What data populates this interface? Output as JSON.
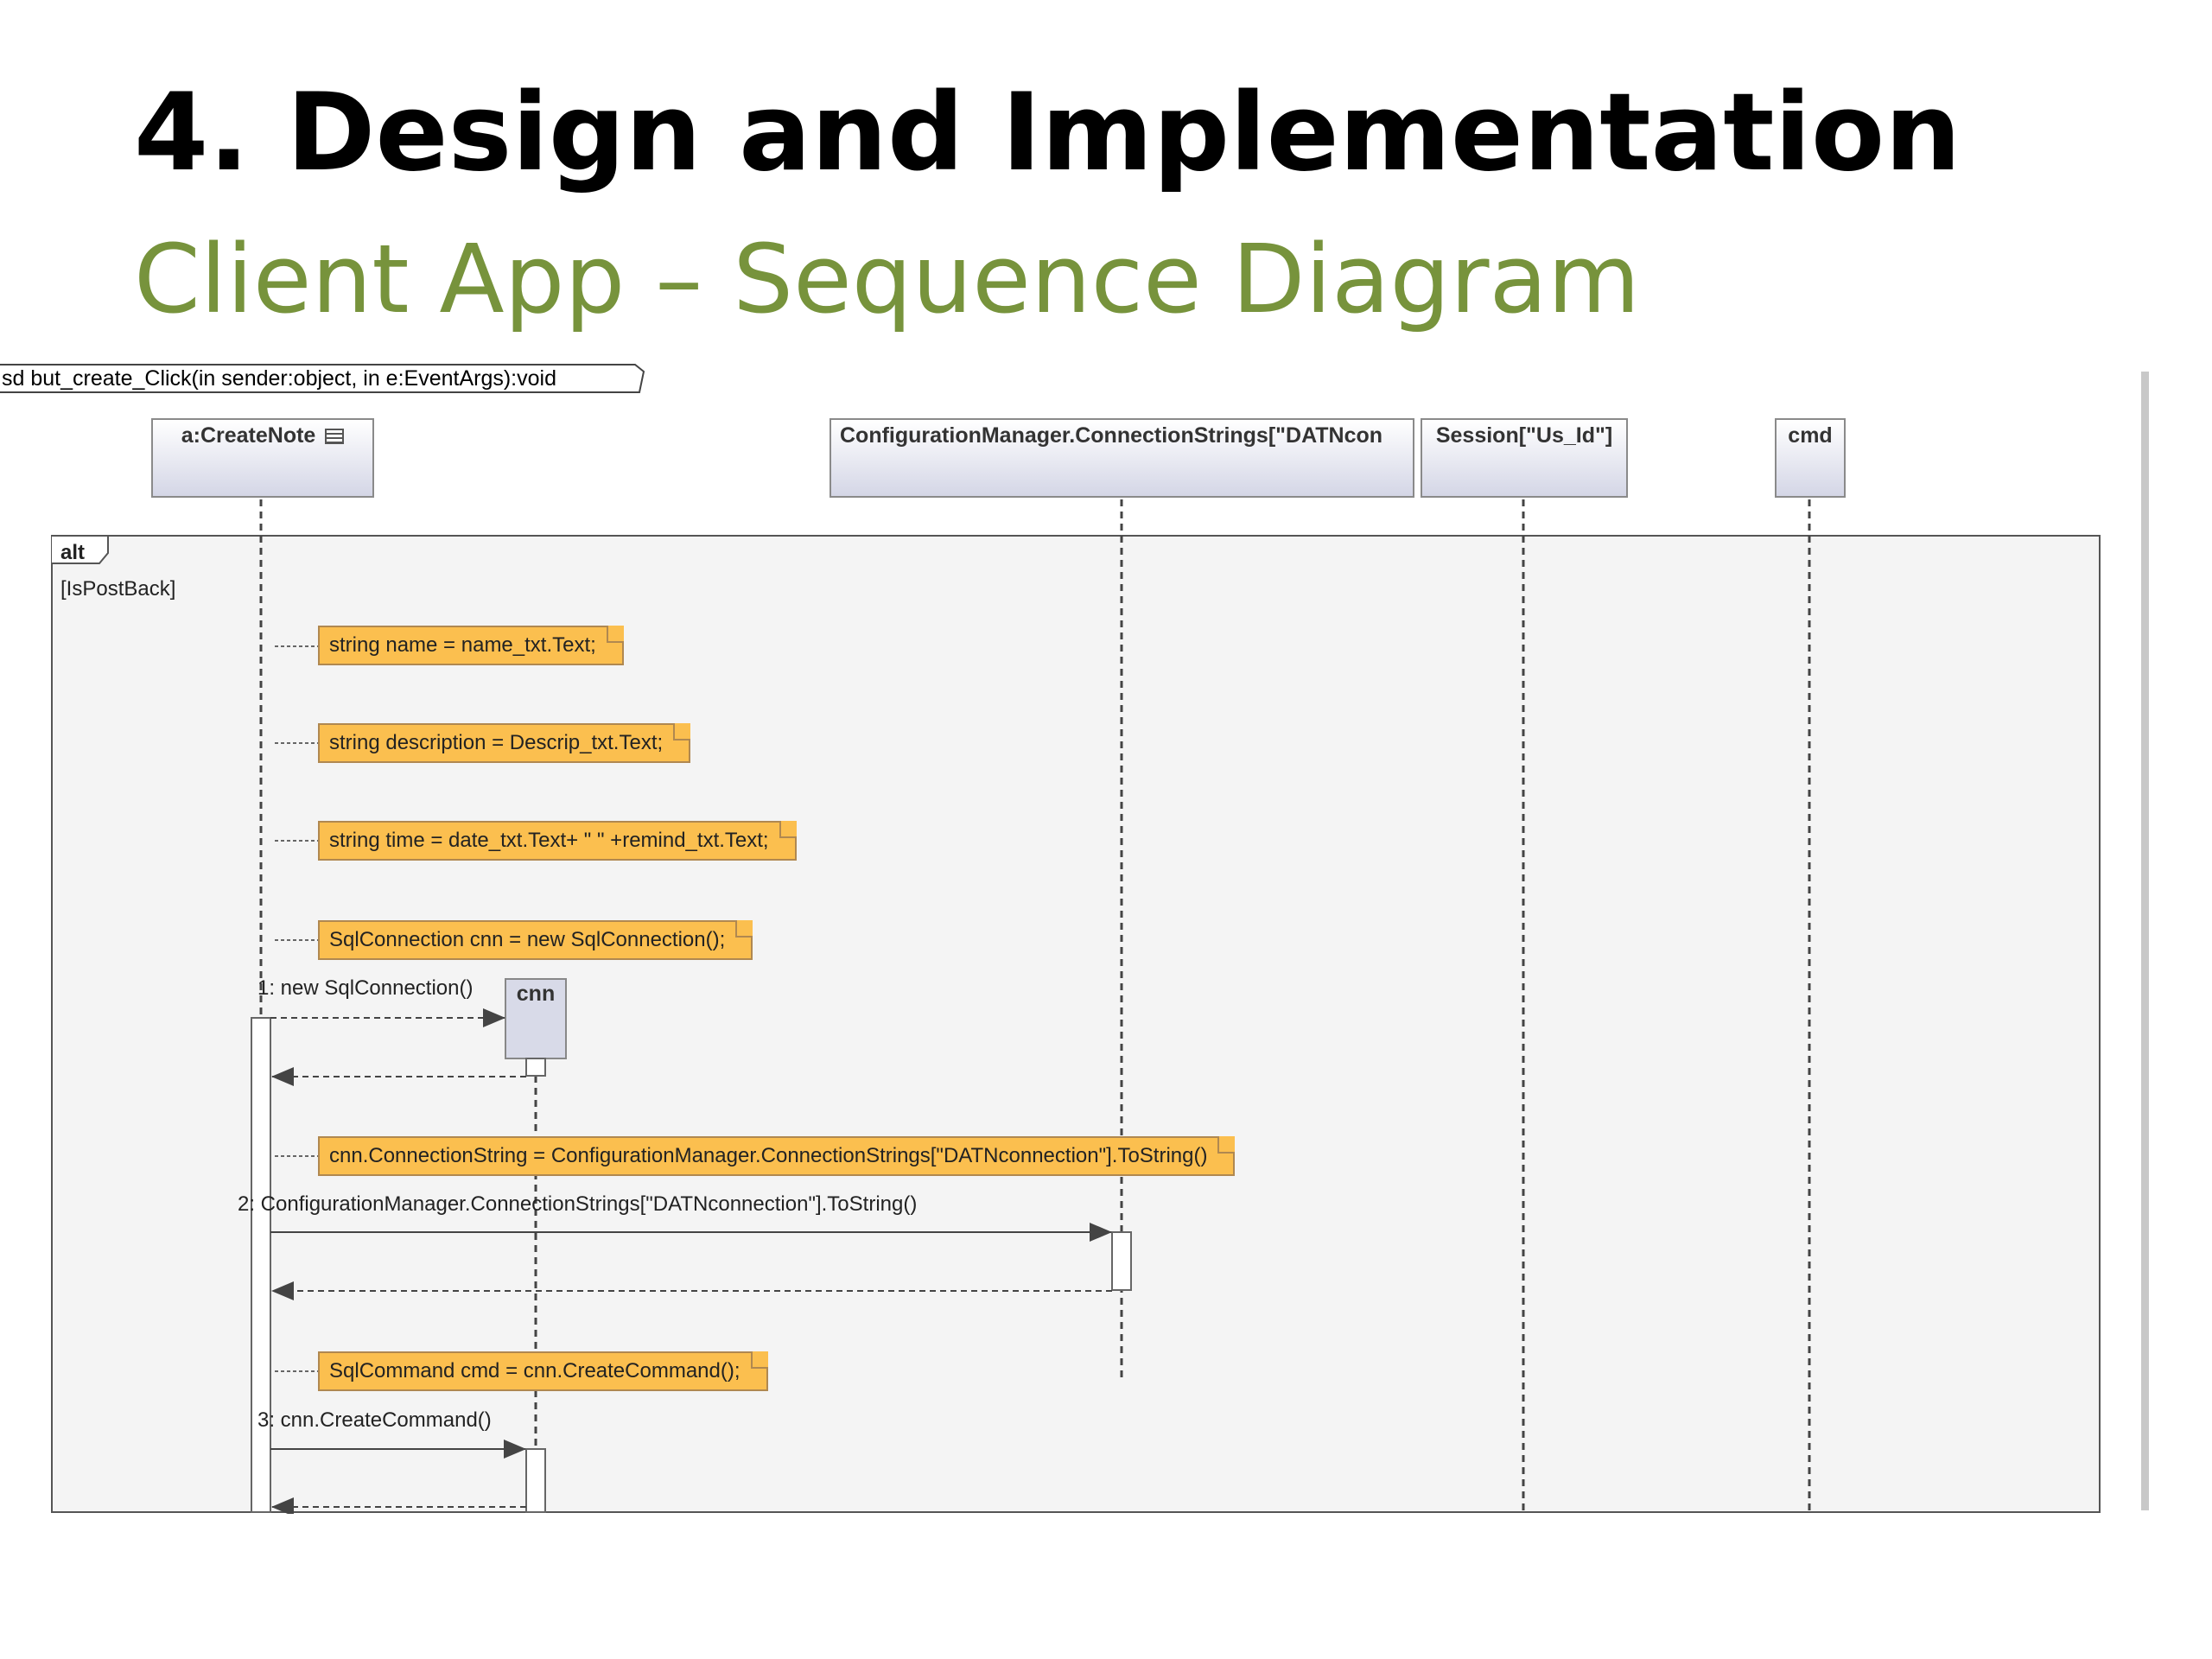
{
  "slide": {
    "title": "4. Design and Implementation",
    "subtitle": "Client App – Sequence Diagram"
  },
  "diagram": {
    "frame_label": "sd but_create_Click(in sender:object, in e:EventArgs):void",
    "lifelines": [
      {
        "label": "a:CreateNote"
      },
      {
        "label": "ConfigurationManager.ConnectionStrings[\"DATNcon"
      },
      {
        "label": "Session[\"Us_Id\"]"
      },
      {
        "label": "cmd"
      },
      {
        "label": "cnn"
      }
    ],
    "fragment": {
      "operator": "alt",
      "guard": "[IsPostBack]"
    },
    "notes": [
      "string name = name_txt.Text;",
      "string description = Descrip_txt.Text;",
      "string time = date_txt.Text+ \" \" +remind_txt.Text;",
      "SqlConnection cnn = new SqlConnection();",
      "cnn.ConnectionString = ConfigurationManager.ConnectionStrings[\"DATNconnection\"].ToString()",
      "SqlCommand cmd = cnn.CreateCommand();"
    ],
    "messages": [
      "1: new SqlConnection()",
      "2: ConfigurationManager.ConnectionStrings[\"DATNconnection\"].ToString()",
      "3: cnn.CreateCommand()"
    ],
    "colors": {
      "note_fill": "#fbbf4f",
      "fragment_fill": "#f4f4f4",
      "subtitle": "#77933c",
      "lifeline_header": "#d4d6e6"
    }
  }
}
